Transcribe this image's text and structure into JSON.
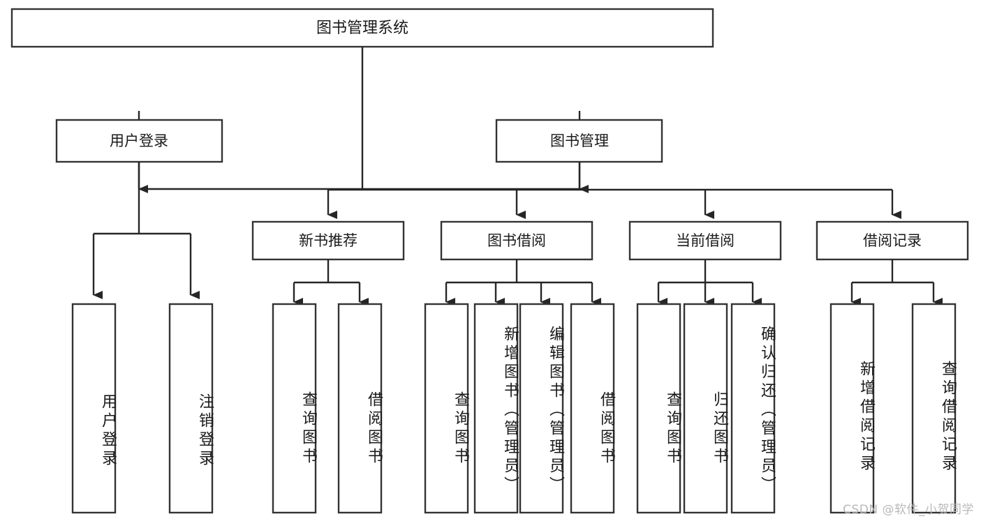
{
  "diagram": {
    "title": "图书管理系统",
    "type": "tree-hierarchy",
    "orientation": "top-down",
    "box_fill": "#ffffff",
    "box_stroke": "#333333",
    "connector_color": "#262626",
    "text_color": "#1a1a1a"
  },
  "root": {
    "label": "图书管理系统"
  },
  "level2": {
    "user_login": {
      "label": "用户登录"
    },
    "book_manage": {
      "label": "图书管理"
    }
  },
  "level3": {
    "new_book_recommend": {
      "label": "新书推荐"
    },
    "book_borrow": {
      "label": "图书借阅"
    },
    "current_borrow": {
      "label": "当前借阅"
    },
    "borrow_record": {
      "label": "借阅记录"
    }
  },
  "leaves": {
    "user_login": [
      {
        "label": "用户登录"
      },
      {
        "label": "注销登录"
      }
    ],
    "new_book_recommend": [
      {
        "label": "查询图书"
      },
      {
        "label": "借阅图书"
      }
    ],
    "book_borrow": [
      {
        "label": "查询图书"
      },
      {
        "label": "新增图书（管理员）"
      },
      {
        "label": "编辑图书（管理员）"
      },
      {
        "label": "借阅图书"
      }
    ],
    "current_borrow": [
      {
        "label": "查询图书"
      },
      {
        "label": "归还图书"
      },
      {
        "label": "确认归还（管理员）"
      }
    ],
    "borrow_record": [
      {
        "label": "新增借阅记录"
      },
      {
        "label": "查询借阅记录"
      }
    ]
  },
  "watermark": {
    "text": "CSDN @软件_小贺同学"
  }
}
